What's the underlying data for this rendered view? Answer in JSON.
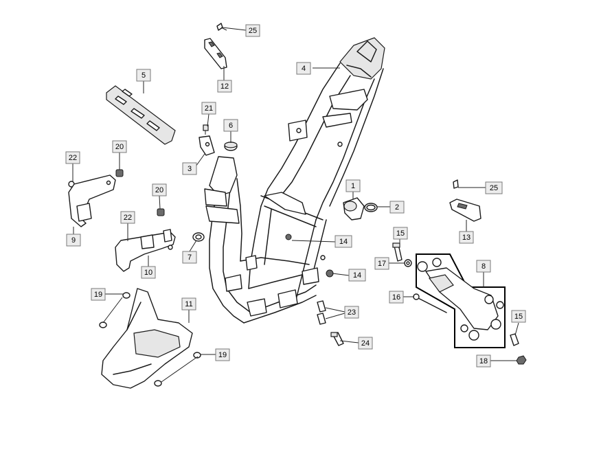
{
  "diagram": {
    "callouts": [
      {
        "id": "c25a",
        "label": "25"
      },
      {
        "id": "c12",
        "label": "12"
      },
      {
        "id": "c4",
        "label": "4"
      },
      {
        "id": "c5",
        "label": "5"
      },
      {
        "id": "c21",
        "label": "21"
      },
      {
        "id": "c6",
        "label": "6"
      },
      {
        "id": "c3",
        "label": "3"
      },
      {
        "id": "c22a",
        "label": "22"
      },
      {
        "id": "c20a",
        "label": "20"
      },
      {
        "id": "c20b",
        "label": "20"
      },
      {
        "id": "c22b",
        "label": "22"
      },
      {
        "id": "c9",
        "label": "9"
      },
      {
        "id": "c10",
        "label": "10"
      },
      {
        "id": "c7",
        "label": "7"
      },
      {
        "id": "c1",
        "label": "1"
      },
      {
        "id": "c2",
        "label": "2"
      },
      {
        "id": "c25b",
        "label": "25"
      },
      {
        "id": "c13",
        "label": "13"
      },
      {
        "id": "c14a",
        "label": "14"
      },
      {
        "id": "c14b",
        "label": "14"
      },
      {
        "id": "c15a",
        "label": "15"
      },
      {
        "id": "c17",
        "label": "17"
      },
      {
        "id": "c8",
        "label": "8"
      },
      {
        "id": "c16",
        "label": "16"
      },
      {
        "id": "c15b",
        "label": "15"
      },
      {
        "id": "c18",
        "label": "18"
      },
      {
        "id": "c19a",
        "label": "19"
      },
      {
        "id": "c11",
        "label": "11"
      },
      {
        "id": "c19b",
        "label": "19"
      },
      {
        "id": "c23",
        "label": "23"
      },
      {
        "id": "c24",
        "label": "24"
      }
    ]
  }
}
